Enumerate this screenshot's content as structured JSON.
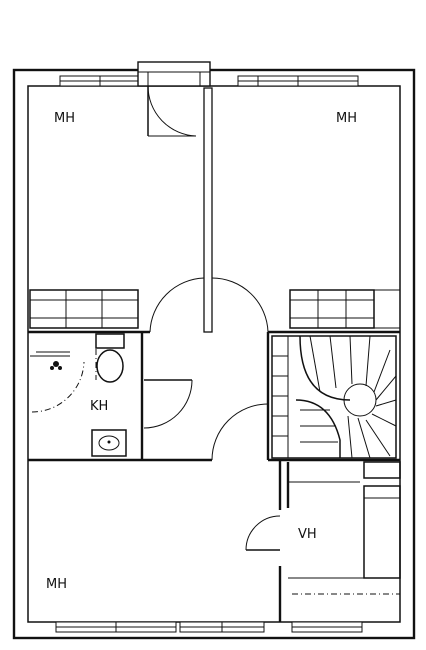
{
  "rooms": [
    {
      "label": "MH"
    },
    {
      "label": "MH"
    },
    {
      "label": "KH"
    },
    {
      "label": "VH"
    },
    {
      "label": "MH"
    }
  ]
}
